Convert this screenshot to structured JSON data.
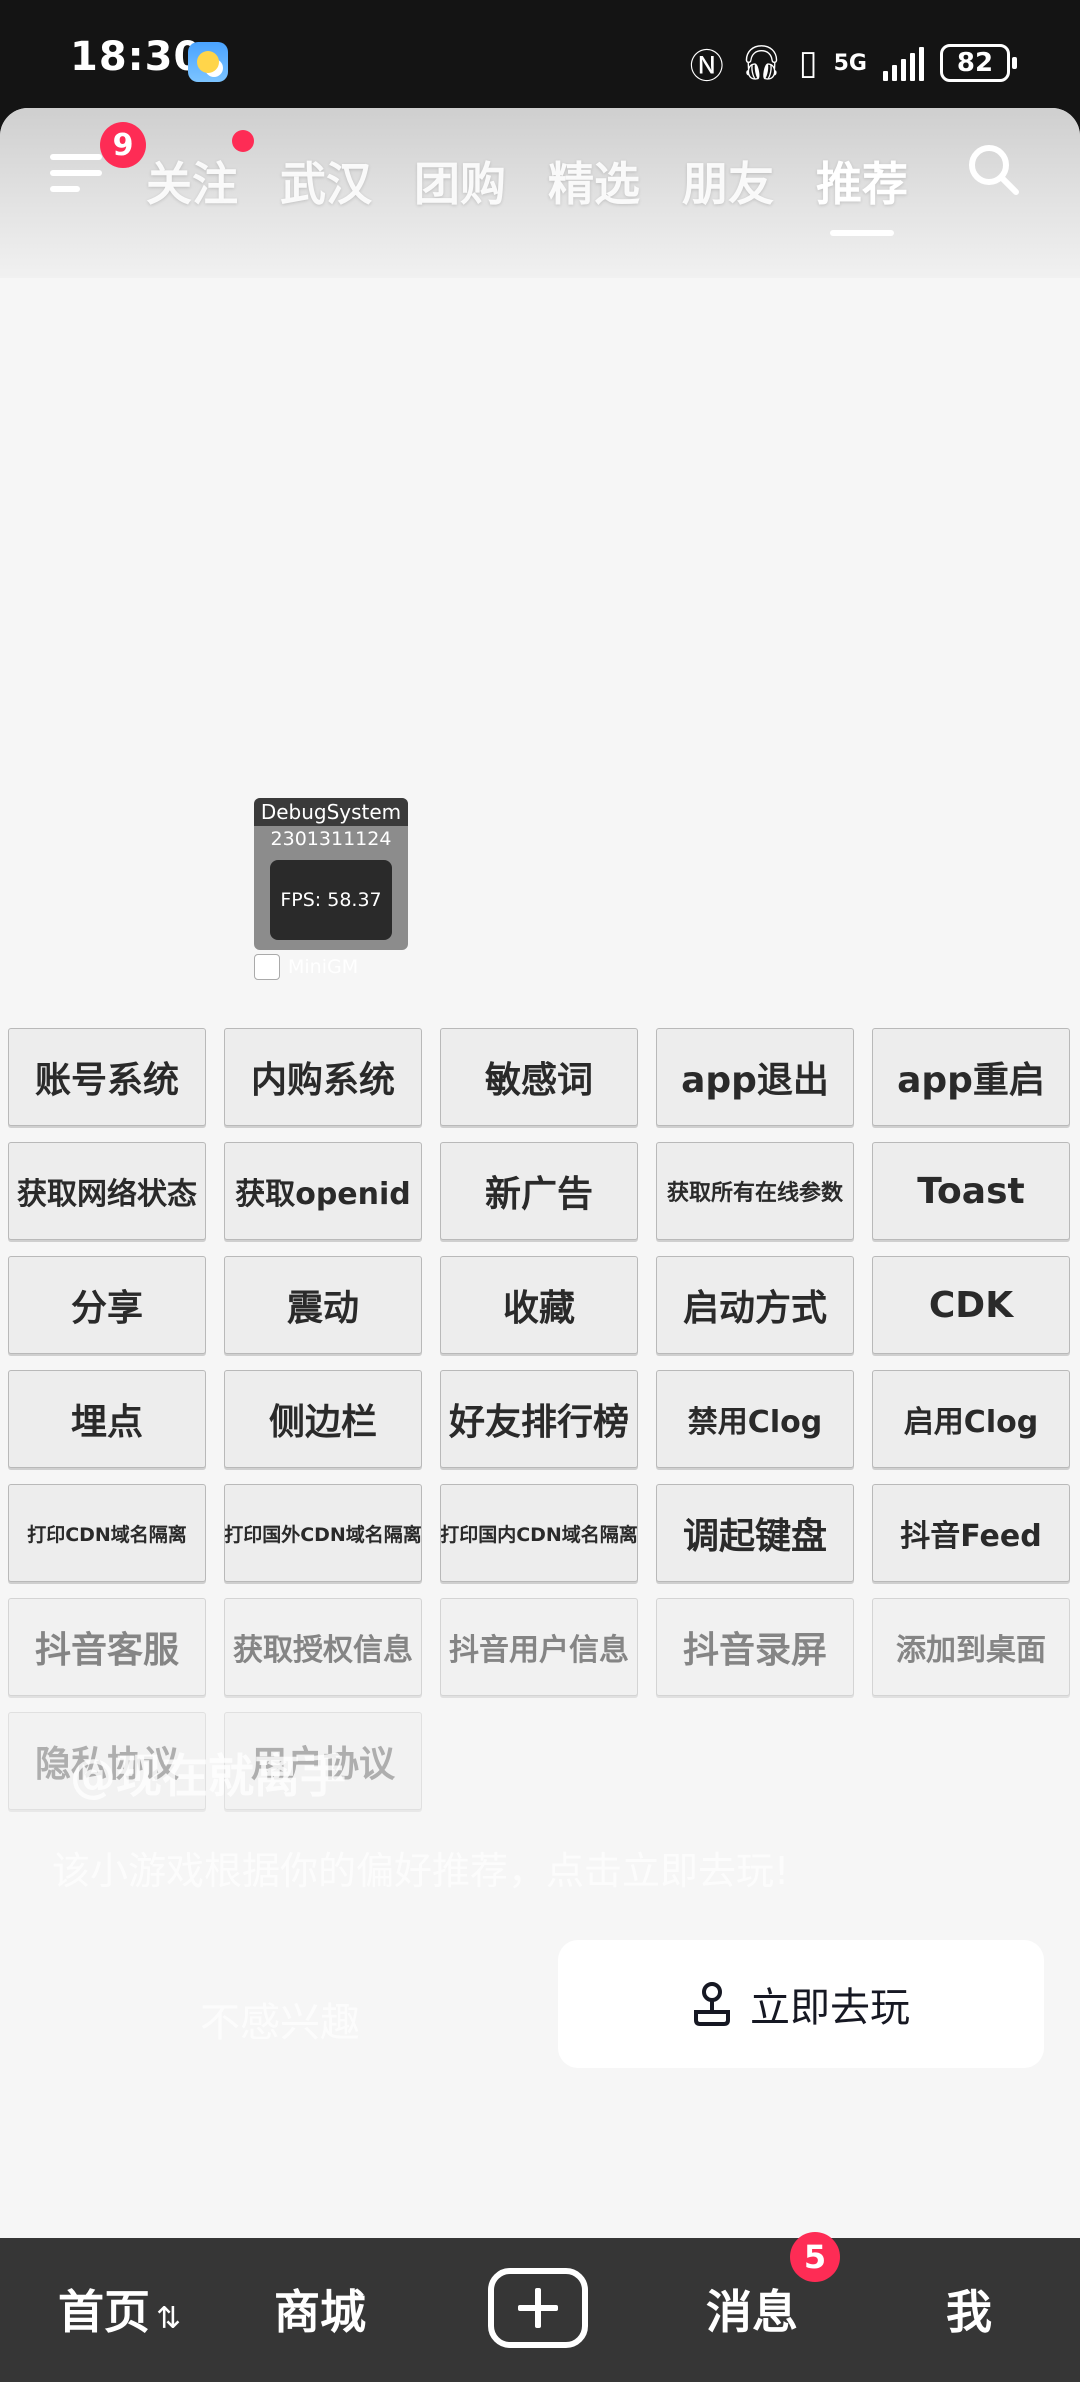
{
  "status_bar": {
    "time": "18:30",
    "network": "5G",
    "battery": "82",
    "icons": [
      "nfc-icon",
      "headphones-icon",
      "battery-saver-icon",
      "vibrate-icon",
      "signal-icon"
    ]
  },
  "top_nav": {
    "menu_badge": "9",
    "tabs": [
      {
        "label": "关注"
      },
      {
        "label": "武汉"
      },
      {
        "label": "团购"
      },
      {
        "label": "精选"
      },
      {
        "label": "朋友"
      },
      {
        "label": "推荐",
        "active": true
      }
    ]
  },
  "debug": {
    "title": "DebugSystem",
    "id": "2301311124",
    "fps": "FPS: 58.37",
    "mini_gm": "MiniGM"
  },
  "gm_buttons": [
    "账号系统",
    "内购系统",
    "敏感词",
    "app退出",
    "app重启",
    "获取网络状态",
    "获取openid",
    "新广告",
    "获取所有在线参数",
    "Toast",
    "分享",
    "震动",
    "收藏",
    "启动方式",
    "CDK",
    "埋点",
    "侧边栏",
    "好友排行榜",
    "禁用Clog",
    "启用Clog",
    "打印CDN域名隔离",
    "打印国外CDN域名隔离",
    "打印国内CDN域名隔离",
    "调起键盘",
    "抖音Feed",
    "抖音客服",
    "获取授权信息",
    "抖音用户信息",
    "抖音录屏",
    "添加到桌面",
    "隐私协议",
    "用户协议"
  ],
  "overlay": {
    "title": "@现在就离手",
    "subtitle": "该小游戏根据你的偏好推荐，点击立即去玩!",
    "not_interested": "不感兴趣",
    "play_label": "立即去玩"
  },
  "bottom_bar": {
    "home": "首页",
    "mall": "商城",
    "messages": "消息",
    "messages_badge": "5",
    "me": "我"
  }
}
